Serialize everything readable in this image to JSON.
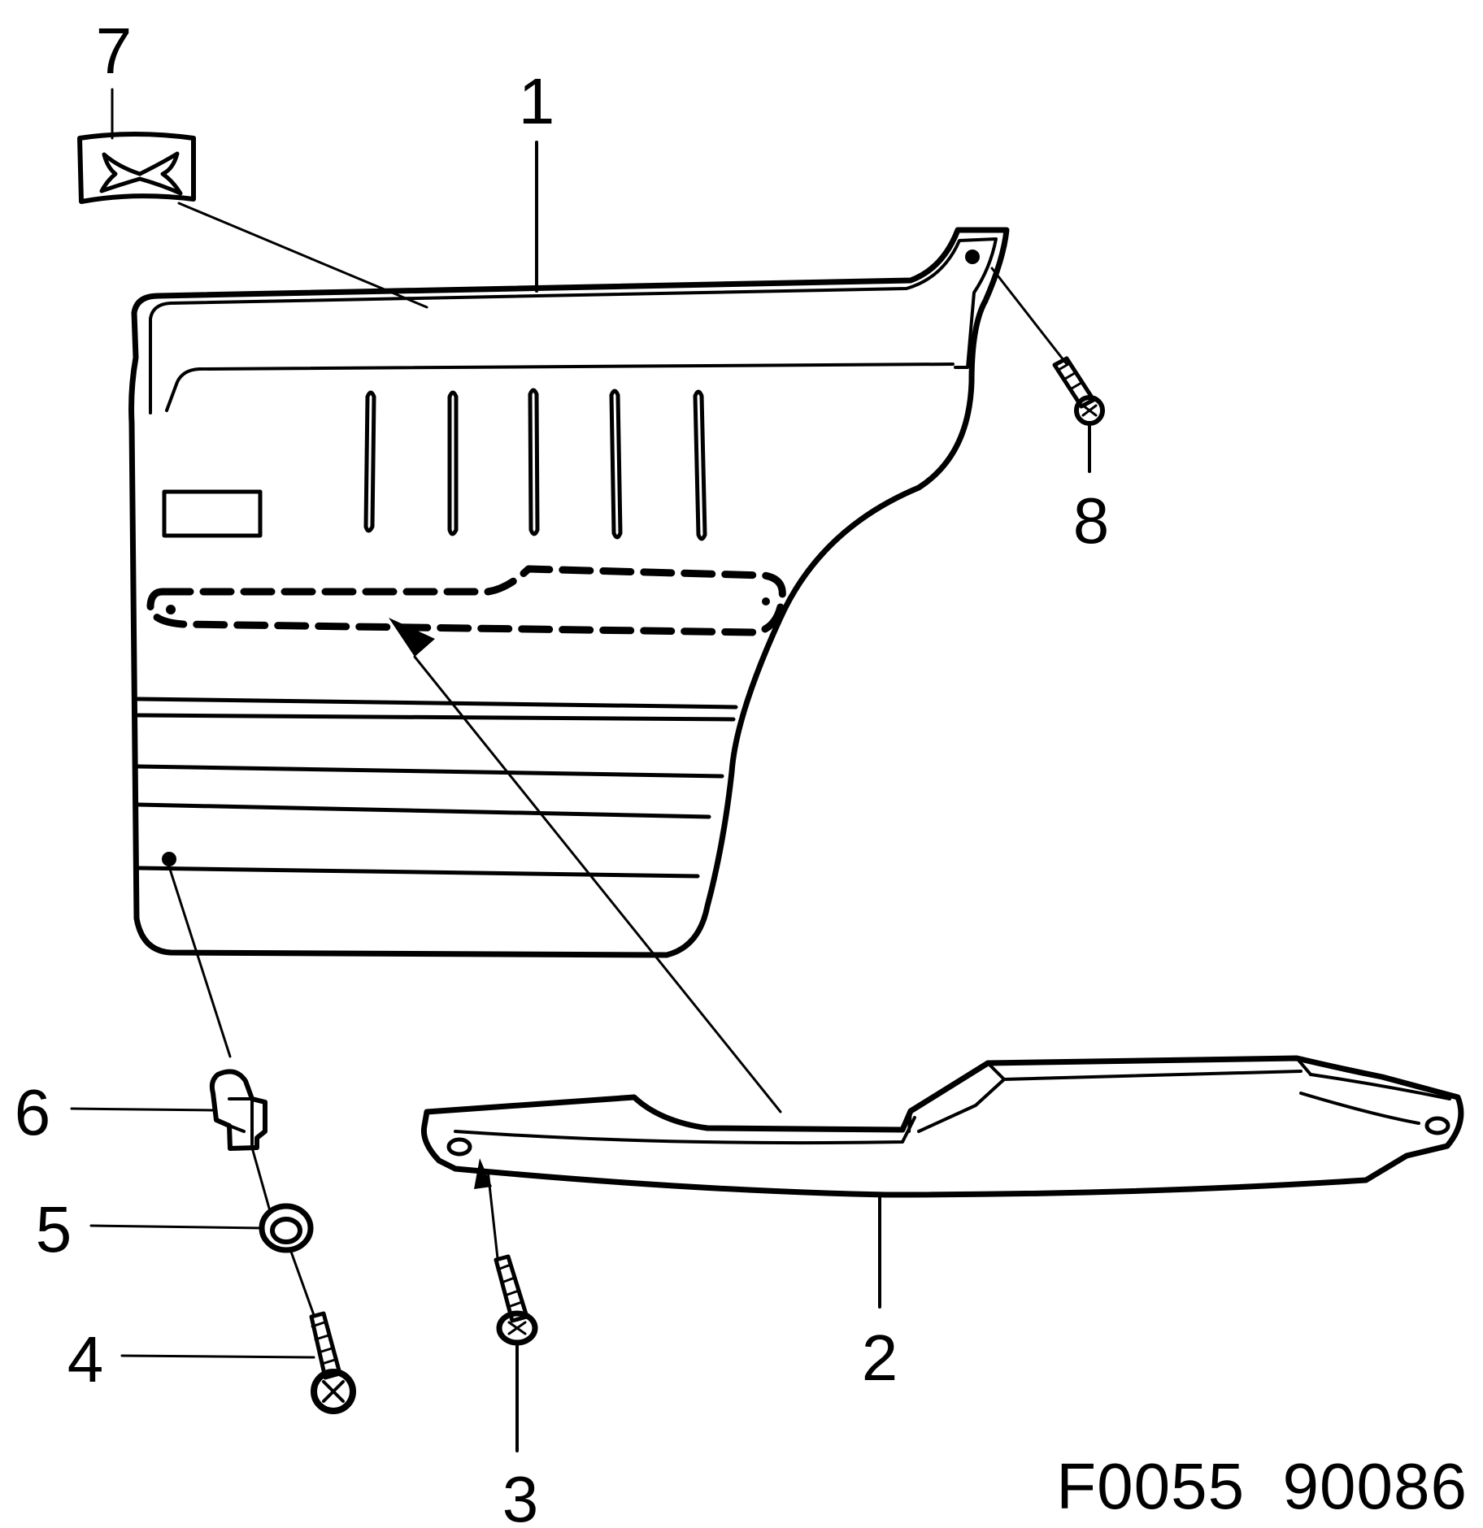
{
  "callouts": [
    {
      "id": "1",
      "text": "1"
    },
    {
      "id": "2",
      "text": "2"
    },
    {
      "id": "3",
      "text": "3"
    },
    {
      "id": "4",
      "text": "4"
    },
    {
      "id": "5",
      "text": "5"
    },
    {
      "id": "6",
      "text": "6"
    },
    {
      "id": "7",
      "text": "7"
    },
    {
      "id": "8",
      "text": "8"
    }
  ],
  "drawing_code": "F0055  90086",
  "colors": {
    "ink": "#000000",
    "paper": "#ffffff"
  }
}
